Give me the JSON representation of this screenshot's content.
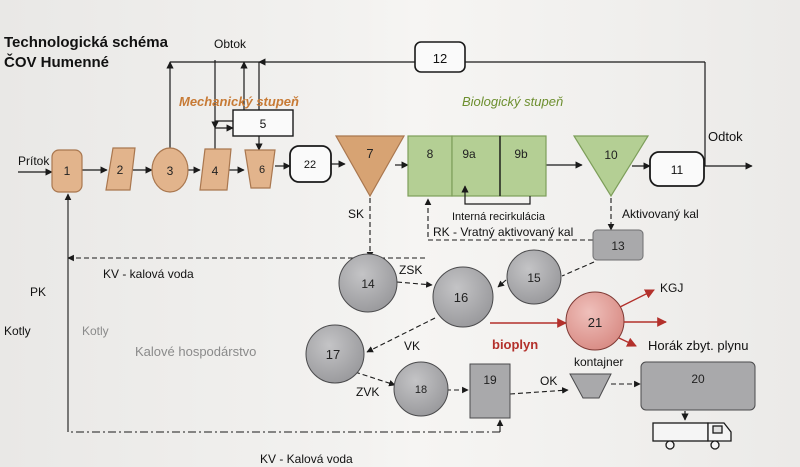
{
  "title_line1": "Technologická schéma",
  "title_line2": "ČOV Humenné",
  "labels": {
    "obtok": "Obtok",
    "mechanical": "Mechanický stupeň",
    "biological": "Biologický stupeň",
    "odtok": "Odtok",
    "pritok": "Prítok",
    "sk": "SK",
    "internal_recirc": "Interná recirkulácia",
    "activated_sludge": "Aktivovaný kal",
    "rk": "RK - Vratný aktivovaný kal",
    "kv_top": "KV  - kalová voda",
    "pk": "PK",
    "kotly_left": "Kotly",
    "kotly_right": "Kotly",
    "zsk": "ZSK",
    "kalove": "Kalové hospodárstvo",
    "vk": "VK",
    "bioplyn": "bioplyn",
    "kgj": "KGJ",
    "horak": "Horák zbyt. plynu",
    "kontajner": "kontajner",
    "zvk": "ZVK",
    "ok": "OK",
    "kv_bottom": "KV - Kalová voda"
  },
  "nodes": {
    "n1": "1",
    "n2": "2",
    "n3": "3",
    "n4": "4",
    "n5": "5",
    "n6": "6",
    "n7": "7",
    "n8": "8",
    "n9a": "9a",
    "n9b": "9b",
    "n10": "10",
    "n11": "11",
    "n12": "12",
    "n13": "13",
    "n14": "14",
    "n15": "15",
    "n16": "16",
    "n17": "17",
    "n18": "18",
    "n19": "19",
    "n20": "20",
    "n21": "21",
    "n22": "22"
  },
  "colors": {
    "mechanical_fill": "#e2b48c",
    "mechanical_stroke": "#a9774f",
    "biological_fill": "#b4cf94",
    "biological_stroke": "#7d9e5a",
    "sludge_fill": "#a9a9ab",
    "biogas_fill": "#df9a94",
    "orange_text": "#c77a35",
    "green_text": "#6d8f2f",
    "red": "#b3302b",
    "line": "#1a1a1a"
  },
  "icons": [
    "truck-icon"
  ]
}
